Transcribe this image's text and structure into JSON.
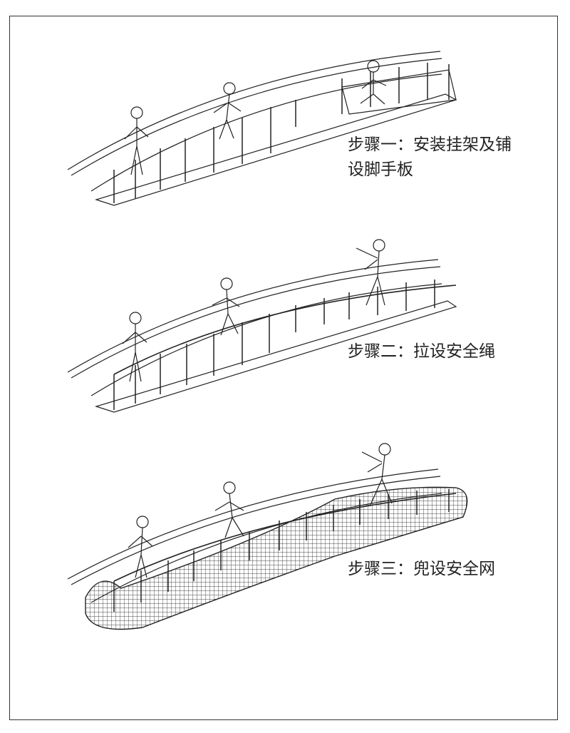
{
  "steps": [
    {
      "line1": "步骤一：安装挂架及铺",
      "line2": "设脚手板"
    },
    {
      "line1": "步骤二：拉设安全绳"
    },
    {
      "line1": "步骤三：兜设安全网"
    }
  ],
  "colors": {
    "line": "#222222",
    "net": "#444444"
  }
}
